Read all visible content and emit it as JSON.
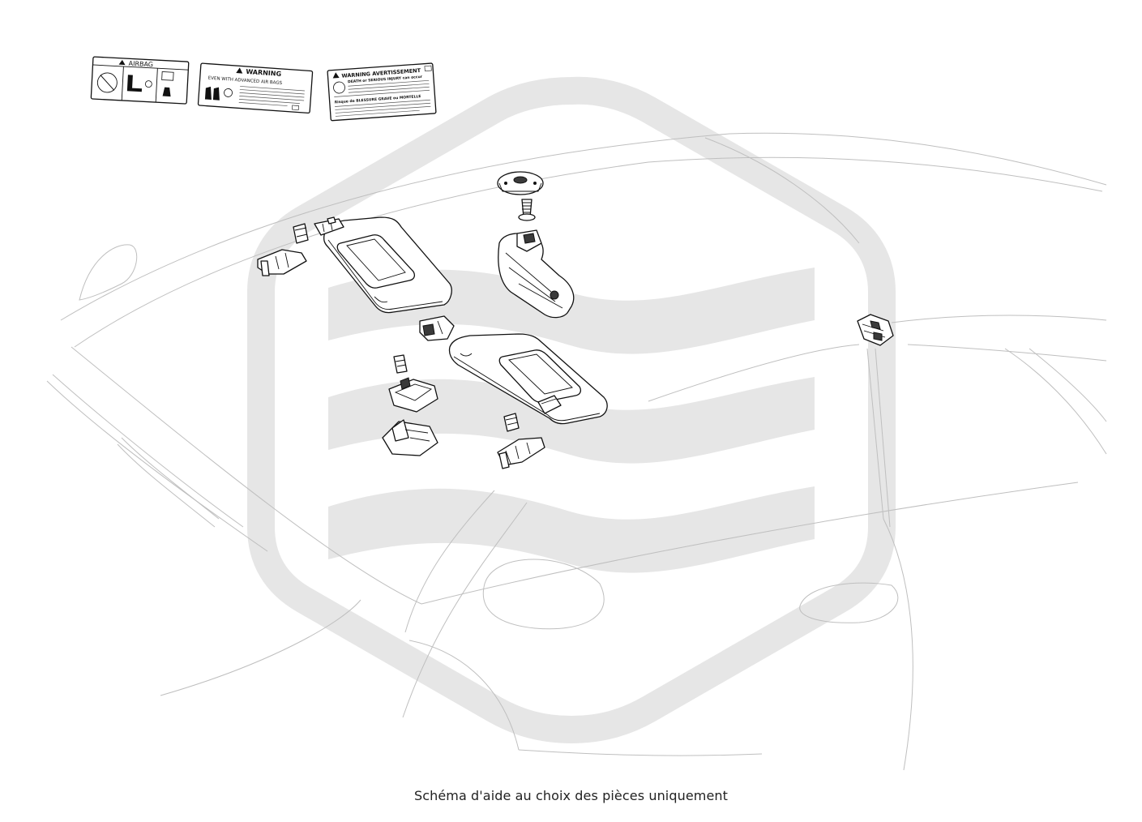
{
  "caption": "Schéma d'aide au choix des pièces uniquement",
  "labels": {
    "airbag": {
      "title": "AIRBAG"
    },
    "warning": {
      "title": "WARNING",
      "subtitle": "EVEN WITH ADVANCED AIR BAGS"
    },
    "avertissement": {
      "title": "WARNING AVERTISSEMENT",
      "line1": "DEATH or SERIOUS INJURY can occur",
      "line2": "Risque de BLESSURE GRAVE ou MORTELLE"
    }
  },
  "colors": {
    "watermark": "#e6e6e6",
    "car_outline": "#bfbfbf",
    "part_stroke": "#111111"
  }
}
